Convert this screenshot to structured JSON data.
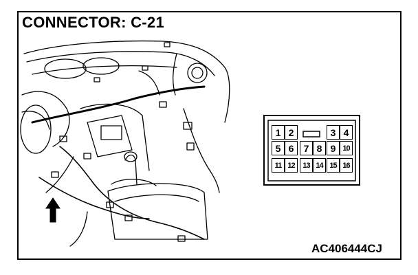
{
  "title": "CONNECTOR: C-21",
  "reference_code": "AC406444CJ",
  "connector": {
    "rows": [
      [
        "1",
        "2",
        "",
        "",
        "3",
        "4"
      ],
      [
        "5",
        "6",
        "7",
        "8",
        "9",
        "10"
      ],
      [
        "11",
        "12",
        "13",
        "14",
        "15",
        "16"
      ]
    ]
  },
  "colors": {
    "line": "#000000",
    "background": "#ffffff"
  }
}
